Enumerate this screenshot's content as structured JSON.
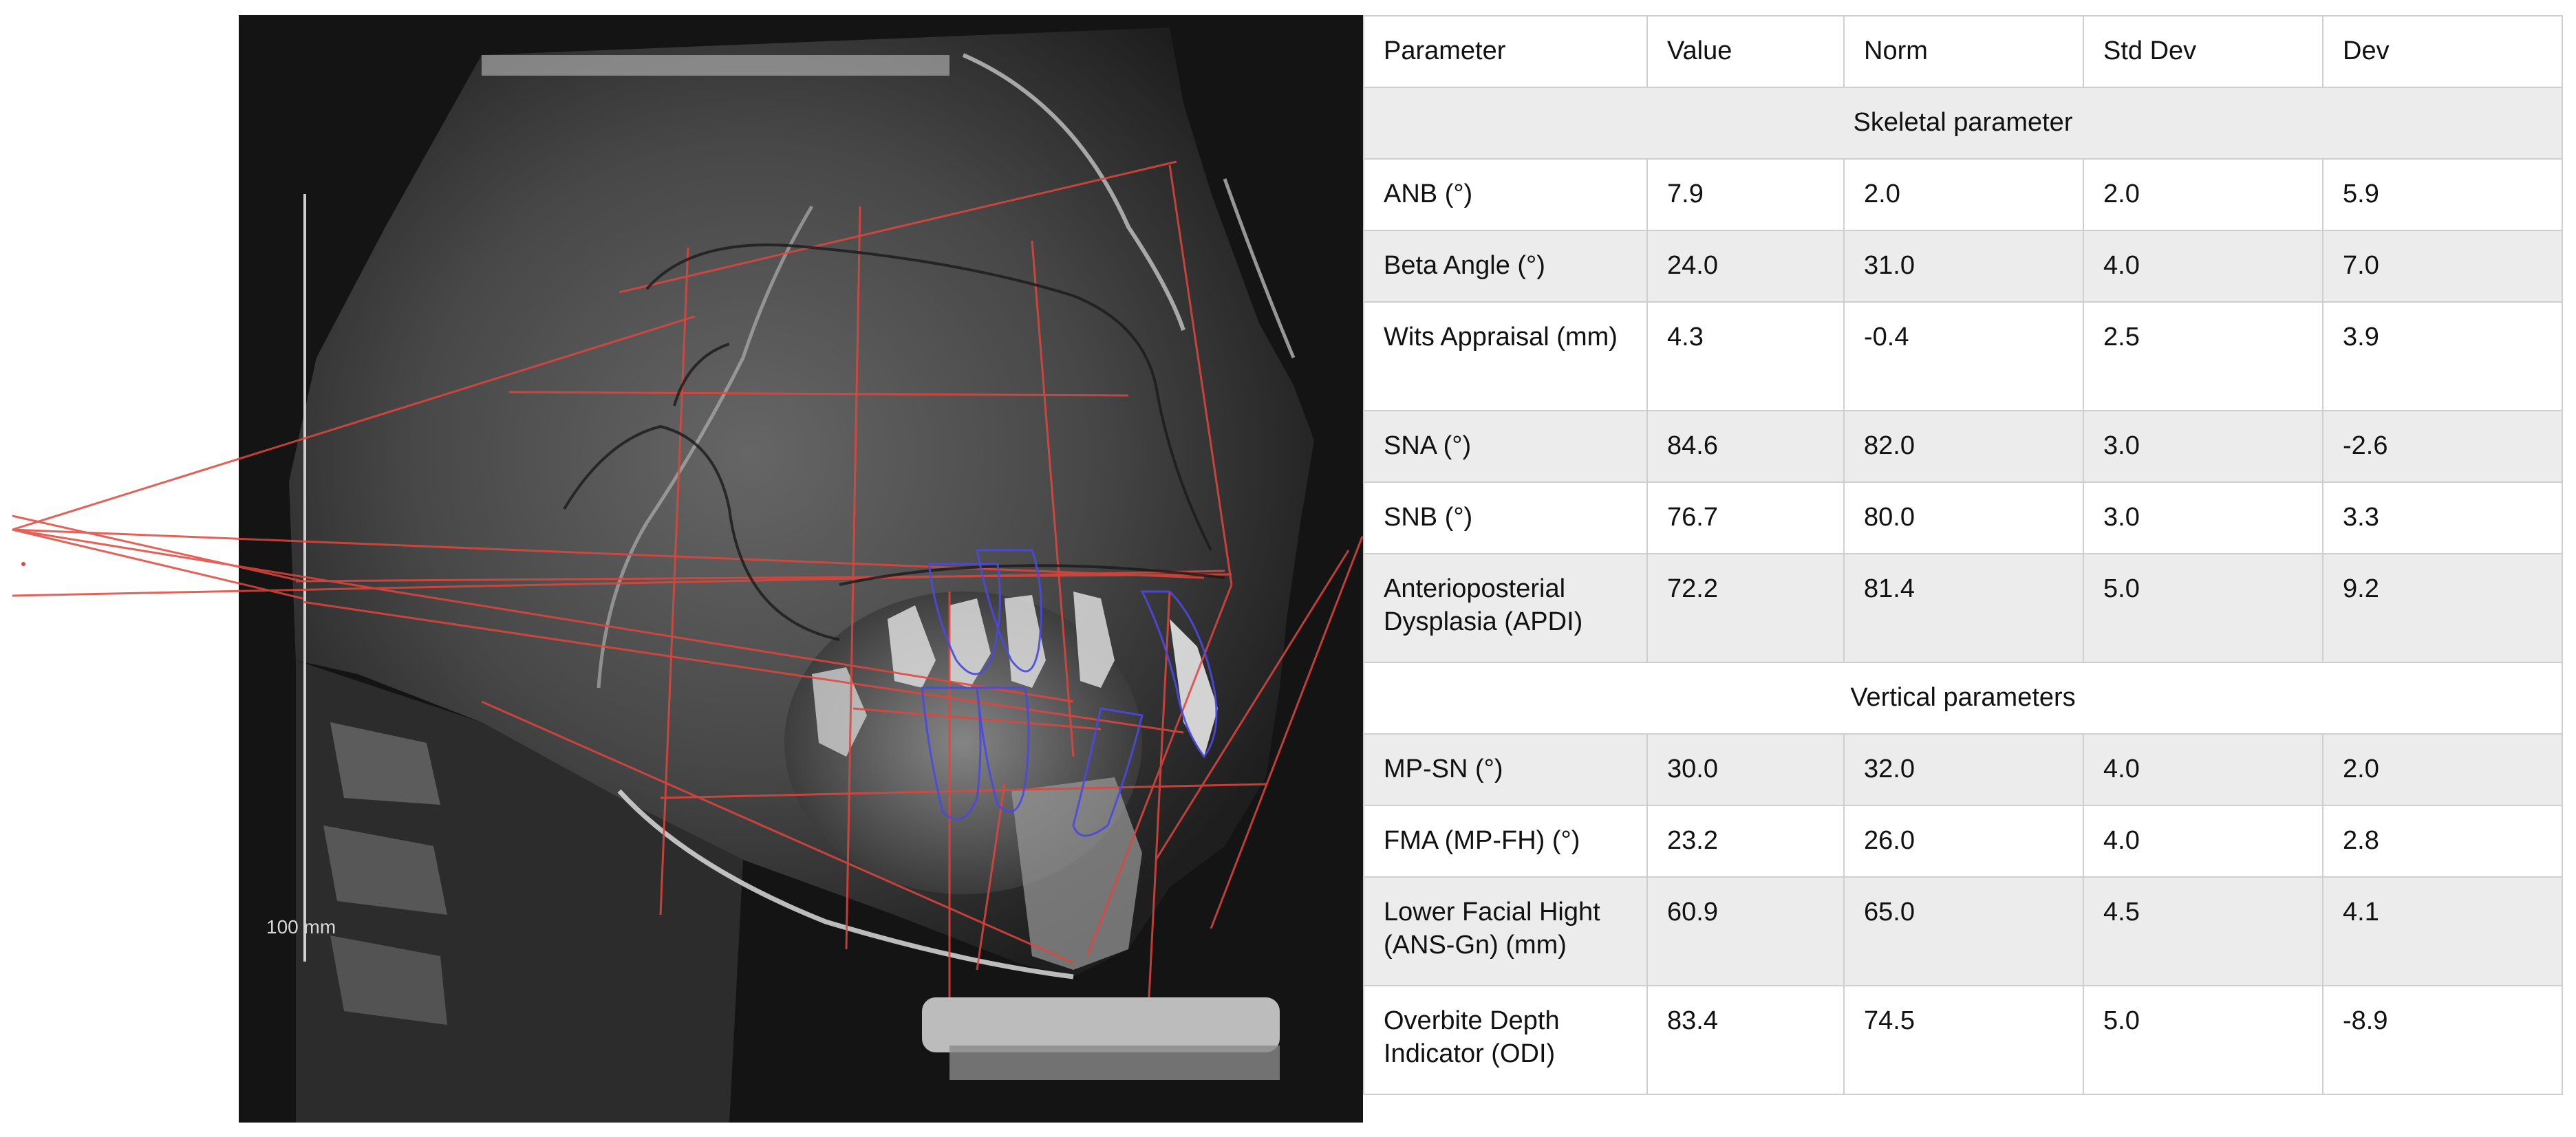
{
  "viewer": {
    "scale_label": "100 mm",
    "image_description": "lateral cephalometric x-ray with red tracing lines and blue tooth outlines"
  },
  "table": {
    "headers": [
      "Parameter",
      "Value",
      "Norm",
      "Std Dev",
      "Dev"
    ],
    "sections": [
      {
        "title": "Skeletal parameter",
        "rows": [
          {
            "parameter": "ANB (°)",
            "value": "7.9",
            "norm": "2.0",
            "std_dev": "2.0",
            "dev": "5.9"
          },
          {
            "parameter": "Beta Angle (°)",
            "value": "24.0",
            "norm": "31.0",
            "std_dev": "4.0",
            "dev": "7.0"
          },
          {
            "parameter": "Wits Appraisal (mm)",
            "value": "4.3",
            "norm": "-0.4",
            "std_dev": "2.5",
            "dev": "3.9"
          },
          {
            "parameter": "SNA (°)",
            "value": "84.6",
            "norm": "82.0",
            "std_dev": "3.0",
            "dev": "-2.6"
          },
          {
            "parameter": "SNB (°)",
            "value": "76.7",
            "norm": "80.0",
            "std_dev": "3.0",
            "dev": "3.3"
          },
          {
            "parameter": "Anterioposterial Dysplasia (APDI)",
            "value": "72.2",
            "norm": "81.4",
            "std_dev": "5.0",
            "dev": "9.2"
          }
        ]
      },
      {
        "title": "Vertical parameters",
        "rows": [
          {
            "parameter": "MP-SN (°)",
            "value": "30.0",
            "norm": "32.0",
            "std_dev": "4.0",
            "dev": "2.0"
          },
          {
            "parameter": "FMA (MP-FH) (°)",
            "value": "23.2",
            "norm": "26.0",
            "std_dev": "4.0",
            "dev": "2.8"
          },
          {
            "parameter": "Lower Facial Hight (ANS-Gn) (mm)",
            "value": "60.9",
            "norm": "65.0",
            "std_dev": "4.5",
            "dev": "4.1"
          },
          {
            "parameter": "Overbite Depth Indicator (ODI)",
            "value": "83.4",
            "norm": "74.5",
            "std_dev": "5.0",
            "dev": "-8.9"
          }
        ]
      }
    ]
  },
  "colors": {
    "tracing_red": "#e0463c",
    "tooth_outline_blue": "#4a4ae0",
    "table_border": "#cfcfcf",
    "row_shade": "#ececec"
  }
}
